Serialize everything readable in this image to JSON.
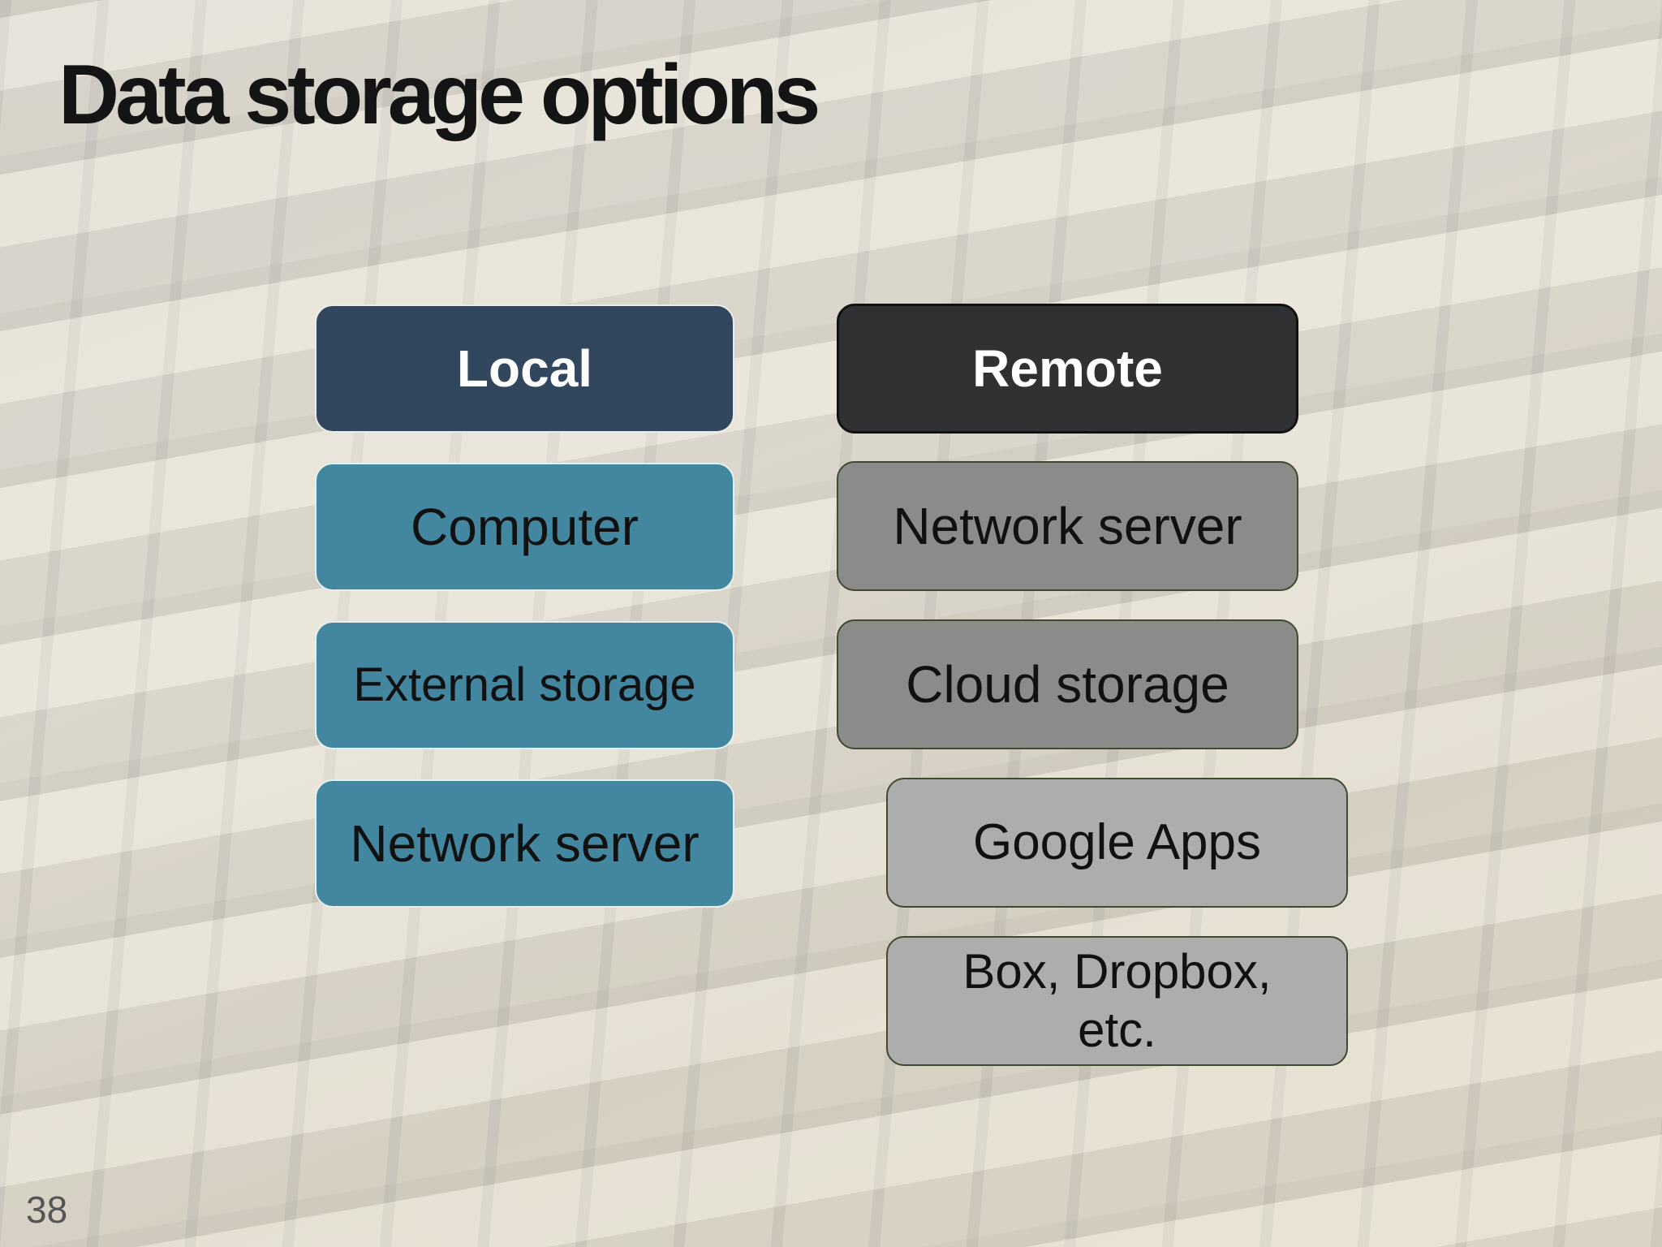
{
  "slide": {
    "title": "Data storage options",
    "number": "38"
  },
  "local": {
    "header": "Local",
    "items": [
      "Computer",
      "External storage",
      "Network server"
    ]
  },
  "remote": {
    "header": "Remote",
    "items": [
      "Network server",
      "Cloud storage"
    ],
    "cloud_items": [
      "Google Apps",
      "Box, Dropbox, etc."
    ]
  },
  "colors": {
    "local_header": "#32475e",
    "local_item": "#42869f",
    "remote_header": "#303133",
    "remote_item": "#8b8b8a",
    "cloud_item": "#adadad"
  }
}
